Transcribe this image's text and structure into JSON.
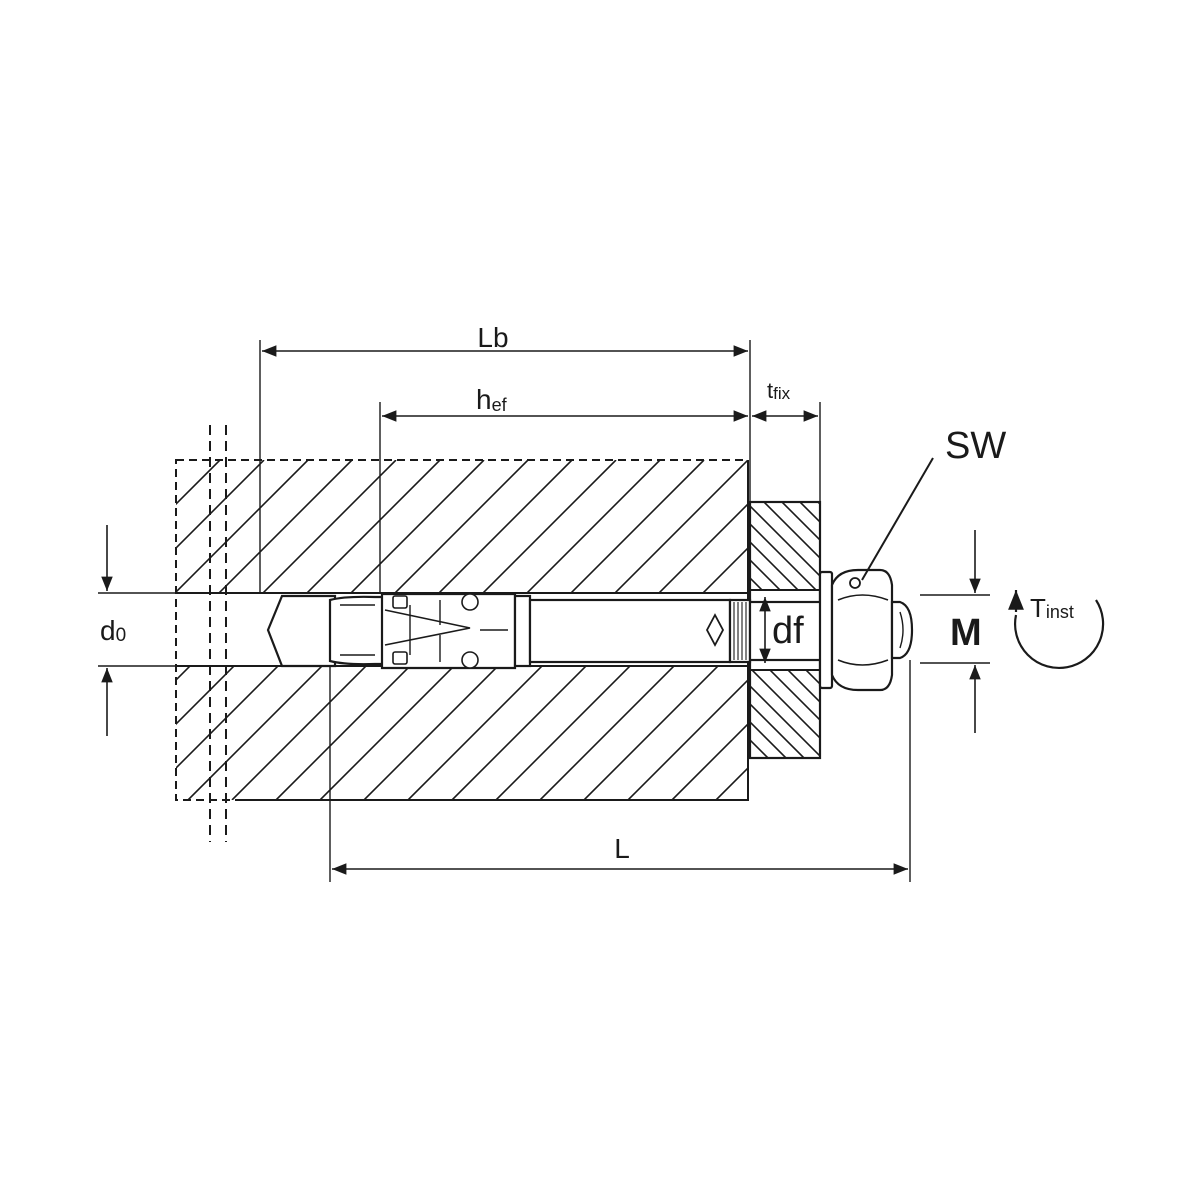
{
  "diagram": {
    "labels": {
      "Lb": "Lb",
      "hef_main": "h",
      "hef_sub": "ef",
      "tfix_main": "t",
      "tfix_sub": "fix",
      "SW": "SW",
      "d0_main": "d",
      "d0_sub": "0",
      "df": "df",
      "M": "M",
      "Tinst_main": "T",
      "Tinst_sub": "inst",
      "L": "L"
    },
    "colors": {
      "line": "#1a1a1a",
      "background": "#ffffff"
    }
  }
}
